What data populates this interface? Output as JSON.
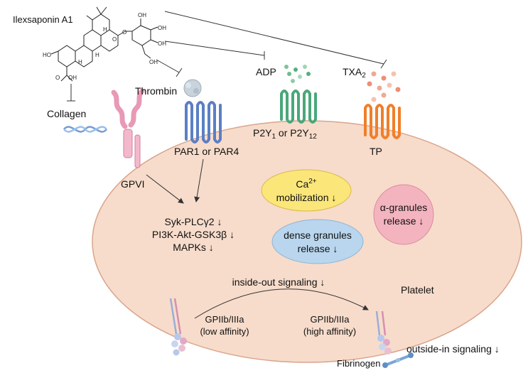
{
  "compound": {
    "name": "Ilexsaponin A1",
    "atoms": {
      "o1": "O",
      "oh1": "OH",
      "oh2": "OH",
      "oh3": "OH",
      "oh4": "OH",
      "ho1": "HO",
      "h1": "H",
      "h2": "H",
      "h3": "H",
      "o2": "O",
      "oh5": "OH",
      "o3": "O"
    }
  },
  "agonists": {
    "collagen": "Collagen",
    "thrombin": "Thrombin",
    "adp": "ADP",
    "txa2_base": "TXA",
    "txa2_sub": "2"
  },
  "receptors": {
    "gpvi": "GPVI",
    "par": "PAR1 or PAR4",
    "p2y_a": "P2Y",
    "p2y_a_sub": "1",
    "p2y_or": " or P2Y",
    "p2y_b_sub": "12",
    "tp": "TP"
  },
  "signaling": {
    "line1": "Syk-PLCγ2 ↓",
    "line2": "PI3K-Akt-GSK3β ↓",
    "line3": "MAPKs ↓"
  },
  "ca": {
    "base": "Ca",
    "sup": "2+",
    "line2": "mobilization ↓"
  },
  "dense": {
    "line1": "dense granules",
    "line2": "release ↓"
  },
  "alpha": {
    "line1": "α-granules",
    "line2": "release ↓"
  },
  "cell_label": "Platelet",
  "inside_out": "inside-out signaling ↓",
  "integrin_low": {
    "line1": "GPIIb/IIIa",
    "line2": "(low affinity)"
  },
  "integrin_high": {
    "line1": "GPIIb/IIIa",
    "line2": "(high affinity)"
  },
  "fibrinogen": "Fibrinogen",
  "outside_in": "outside-in signaling ↓",
  "colors": {
    "cell_fill": "#f7dccb",
    "cell_stroke": "#d8a58c",
    "ca_fill": "#fbe67a",
    "dense_fill": "#b9d6ee",
    "alpha_fill": "#f3b4bf",
    "par_receptor": "#5b7fc4",
    "p2y_receptor": "#4aa77a",
    "tp_receptor": "#f07f2a",
    "gpvi_receptor": "#e899b5"
  }
}
